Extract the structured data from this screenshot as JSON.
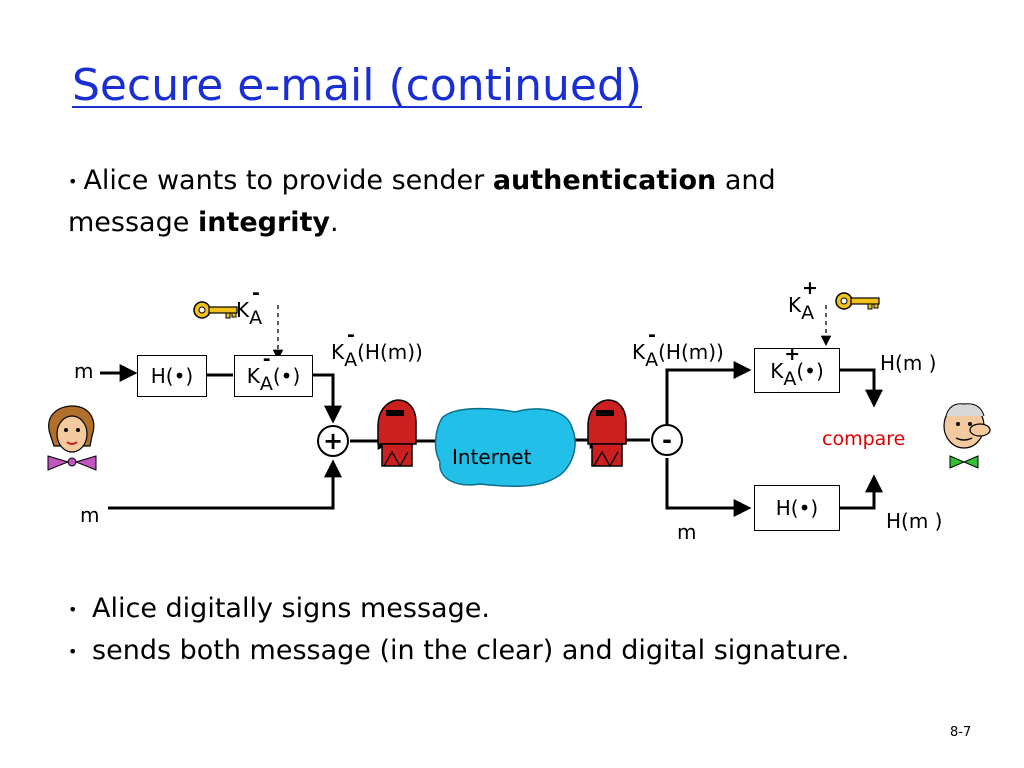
{
  "title": "Secure e-mail (continued)",
  "intro": {
    "text1": "Alice wants to provide sender ",
    "bold1": "authentication",
    "text2": " and",
    "text3": "message ",
    "bold2": "integrity",
    "text4": "."
  },
  "diagram": {
    "m_in_top": "m",
    "m_in_bottom": "m",
    "hash_box_left": "H(•)",
    "k_box_left_suffix": "(•)",
    "k_letter": "K",
    "k_sub": "A",
    "minus": "-",
    "plus": "+",
    "sig_label_suffix": "(H(m))",
    "plus_op": "+",
    "minus_op": "-",
    "internet": "Internet",
    "k_box_right_suffix": "(•)",
    "hash_box_right": "H(•)",
    "hm_top": "H(m )",
    "hm_bottom": "H(m )",
    "compare": "compare",
    "m_out": "m"
  },
  "bullets": [
    "Alice digitally signs message.",
    " sends both message (in the clear) and digital signature."
  ],
  "page_number": "8-7",
  "colors": {
    "title": "#1a2ed6",
    "internet_cloud": "#22bfe8",
    "compare": "#e00000",
    "mailbox": "#cc1f1f",
    "key": "#f2c21a"
  },
  "icons": [
    "key-icon",
    "mailbox-icon",
    "alice-icon",
    "bob-icon"
  ]
}
